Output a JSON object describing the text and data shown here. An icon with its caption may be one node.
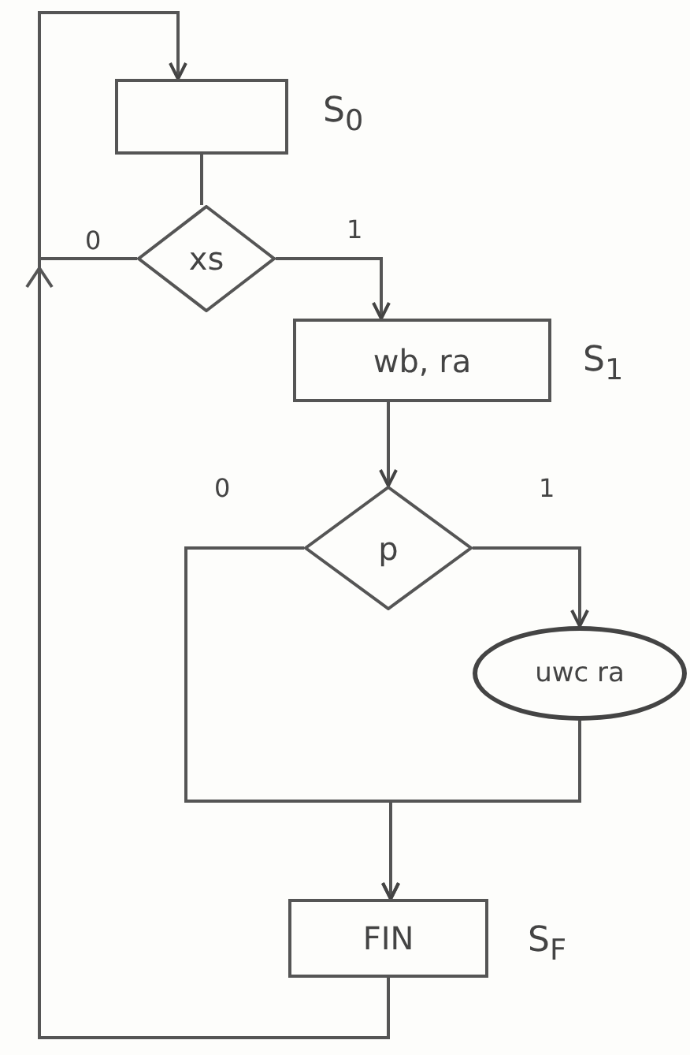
{
  "diagram": {
    "nodes": [
      {
        "text": [],
        "shape": "box",
        "beside": [
          "S$_{0}$"
        ]
      },
      {
        "text": [
          "xs"
        ]
      },
      {
        "text": [
          "wb, ra"
        ],
        "beside": [
          "S$_{1}$"
        ]
      },
      {
        "text": [
          "p"
        ]
      },
      {
        "text": [
          "uwc ra"
        ]
      },
      {
        "text": [
          "FIN"
        ],
        "beside": [
          "S$_{F}$"
        ]
      }
    ],
    "edges": [
      {
        "from": 0,
        "to": 1,
        "arrow": "none"
      },
      {
        "from": 1,
        "to": 2,
        "arrow": "to",
        "label": "1"
      },
      {
        "from": 1,
        "to": 0,
        "arrow": "to",
        "label": "0"
      },
      {
        "from": 2,
        "to": 3,
        "arrow": "to"
      },
      {
        "from": 3,
        "to": 5,
        "arrow": "to",
        "label": "0"
      },
      {
        "from": 3,
        "to": 4,
        "arrow": "to",
        "label": "1"
      },
      {
        "from": 4,
        "to": 5,
        "arrow": "to"
      },
      {
        "from": 5,
        "to": 0,
        "arrow": "to"
      }
    ]
  }
}
